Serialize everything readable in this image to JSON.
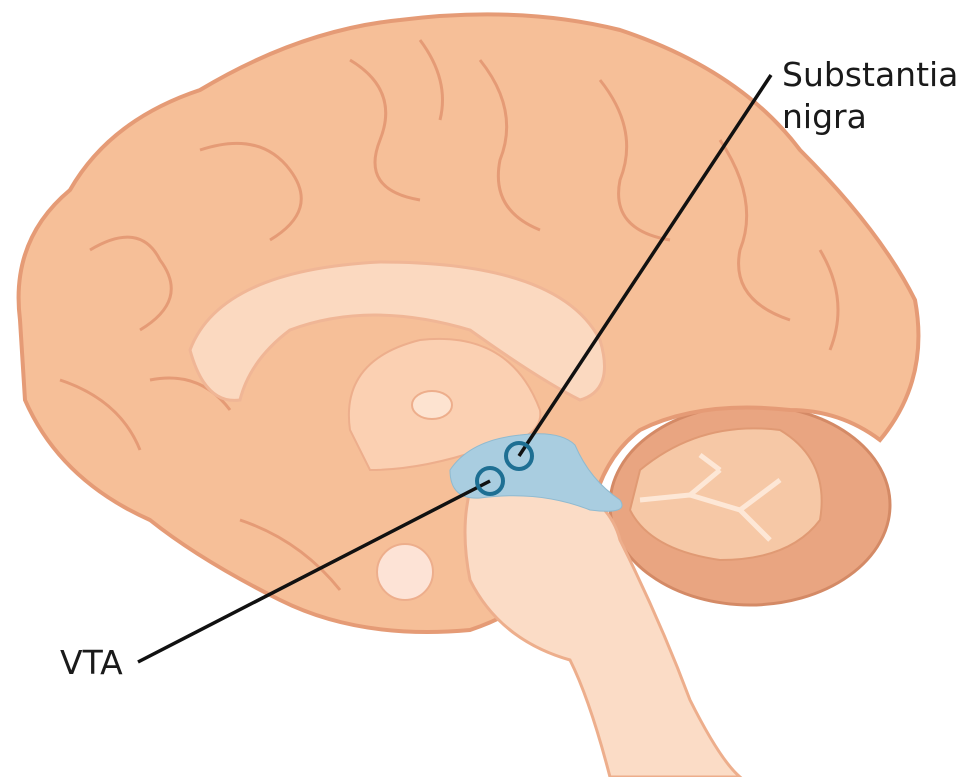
{
  "labels": {
    "substantia_nigra": [
      "Substantia",
      "nigra"
    ],
    "vta": "VTA"
  },
  "colors": {
    "cortex": "#f6bf98",
    "cortex_outline": "#e59b76",
    "inner": "#fbd9c0",
    "highlight_region": "#a9cde0",
    "marker": "#1e6f93",
    "cerebellum": "#e9a581",
    "brainstem": "#fbdcc6",
    "leader_line": "#111111"
  }
}
